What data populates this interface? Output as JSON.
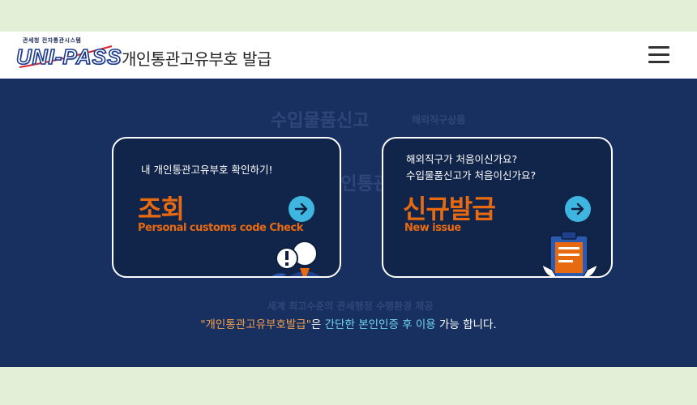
{
  "header": {
    "logo_small": "관세청 전자통관시스템",
    "logo_main": "UNI-PASS",
    "title": "개인통관고유부호 발급",
    "menu_icon": "hamburger-menu-icon"
  },
  "background_words": [
    "수입물품신고",
    "해외직구상품",
    "개인통관",
    "세계 최고수준의 관세행정 수행환경 제공"
  ],
  "cards": {
    "lookup": {
      "subtitle": "내 개인통관고유부호 확인하기!",
      "title": "조회",
      "title_en": "Personal customs code Check",
      "icon": "arrow-right-icon",
      "illustration": "person-question-icon"
    },
    "new_issue": {
      "subtitle_line1": "해외직구가 처음이신가요?",
      "subtitle_line2": "수입물품신고가 처음이신가요?",
      "title": "신규발급",
      "title_en": "New issue",
      "icon": "arrow-right-icon",
      "illustration": "clipboard-document-icon"
    }
  },
  "notice": {
    "part1": "\"개인통관고유부호발급\"",
    "part2": "은 ",
    "part3": "간단한 본인인증 후 이용",
    "part4": " 가능 합니다."
  },
  "colors": {
    "hero_bg": "#17305f",
    "card_bg": "#11244a",
    "accent_orange": "#e86a10",
    "accent_cyan": "#3fb6e0",
    "page_bg": "#e3f0d7"
  }
}
